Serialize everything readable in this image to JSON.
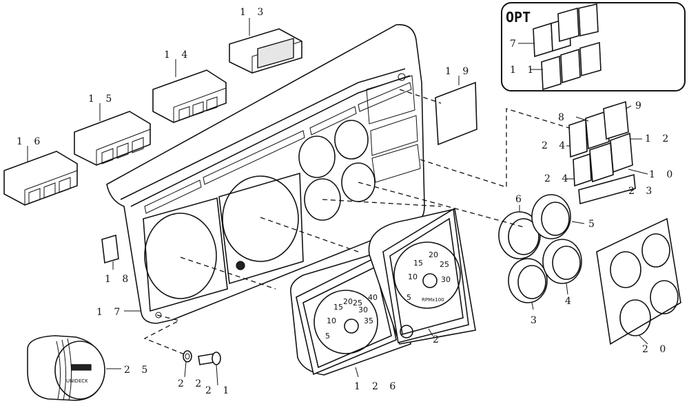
{
  "opt_box": {
    "title": "OPT",
    "labels": [
      "7",
      "1 1"
    ]
  },
  "part_labels": {
    "p1": "1",
    "p2": "2",
    "p3": "3",
    "p4": "4",
    "p5": "5",
    "p6": "6",
    "p8": "8",
    "p9": "9",
    "p10": "1 0",
    "p12": "1 2",
    "p13": "1 3",
    "p14": "1 4",
    "p15": "1 5",
    "p16": "1 6",
    "p17": "1 7",
    "p18": "1 8",
    "p19": "1 9",
    "p20": "2 0",
    "p21": "2 1",
    "p22": "2 2",
    "p23": "2 3",
    "p24a": "2 4",
    "p24b": "2 4",
    "p25": "2 5",
    "p26": "2 6"
  },
  "tach_ticks": [
    "5",
    "10",
    "15",
    "20",
    "25",
    "30"
  ],
  "tach_unit": "RPMx100",
  "speedo_ticks": [
    "5",
    "10",
    "15",
    "20",
    "25",
    "30",
    "35",
    "40"
  ],
  "hourmeter_text": "UNIDECK"
}
